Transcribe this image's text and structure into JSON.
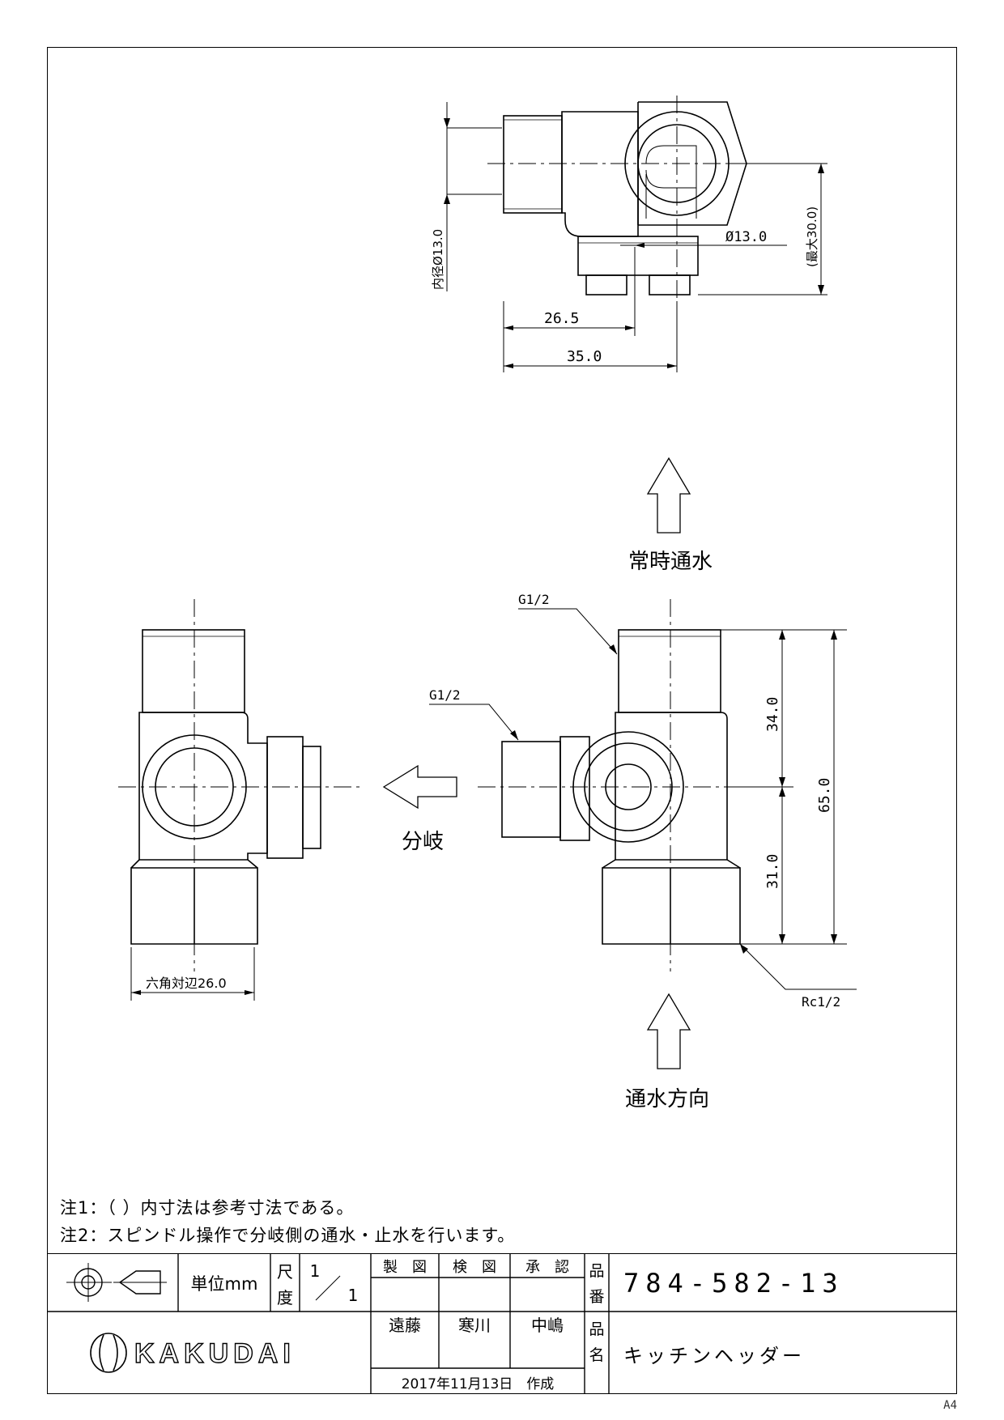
{
  "views": {
    "top": {
      "dim_inner_dia": "内径Ø13.0",
      "dim_dia": "Ø13.0",
      "dim_max": "(最大30.0)",
      "dim_26_5": "26.5",
      "dim_35": "35.0"
    },
    "side": {
      "hex_width": "六角対辺26.0"
    },
    "front": {
      "thread_top": "G1/2",
      "thread_side": "G1/2",
      "thread_bottom": "Rc1/2",
      "dim_34": "34.0",
      "dim_31": "31.0",
      "dim_65": "65.0"
    }
  },
  "arrows": {
    "constant_flow": "常時通水",
    "branch": "分岐",
    "flow_direction": "通水方向"
  },
  "notes": [
    "注1：（ ）内寸法は参考寸法である。",
    "注2：スピンドル操作で分岐側の通水・止水を行います。"
  ],
  "title_block": {
    "unit_label": "単位mm",
    "scale_label_1": "尺",
    "scale_label_2": "度",
    "scale_num": "1",
    "scale_den": "1",
    "made_label": "製　図",
    "checked_label": "検　図",
    "approved_label": "承　認",
    "made_by": "遠藤",
    "checked_by": "寒川",
    "approved_by": "中嶋",
    "part_no_label_1": "品",
    "part_no_label_2": "番",
    "part_no": "784-582-13",
    "name_label_1": "品",
    "name_label_2": "名",
    "part_name": "キッチンヘッダー",
    "brand": "KAKUDAI",
    "date": "2017年11月13日　作成"
  },
  "sheet_size": "A4"
}
